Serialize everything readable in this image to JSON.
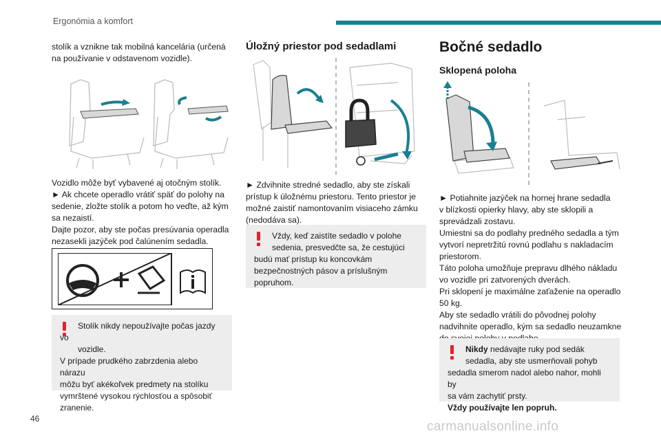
{
  "header": {
    "title": "Ergonómia a komfort"
  },
  "colors": {
    "accent": "#1a7f90",
    "warning": "#e3222b",
    "box_bg": "#ededed"
  },
  "col1": {
    "intro": [
      "stolík a vznikne tak mobilná kancelária (určená",
      "na používanie v odstavenom vozidle)."
    ],
    "body": [
      "Vozidlo môže byť vybavené aj otočným stolík.",
      "► Ak chcete operadlo vrátiť späť do polohy na",
      "sedenie, zložte stolík a potom ho veďte, až kým",
      "sa nezaistí.",
      "Dajte pozor, aby ste počas presúvania operadla",
      "nezasekli jazýček pod čalúnením sedadla."
    ],
    "warning": [
      "Stolík nikdy nepoužívajte počas jazdy vo",
      "vozidle.",
      "V prípade prudkého zabrzdenia alebo nárazu",
      "môžu byť akékoľvek predmety na stolíku",
      "vymrštené vysokou rýchlosťou a spôsobiť",
      "zranenie."
    ],
    "pictogram_icons": [
      "steering-wheel-icon",
      "table-forbidden-icon",
      "manual-icon"
    ]
  },
  "col2": {
    "heading": "Úložný priestor pod sedadlami",
    "body": [
      "► Zdvihnite stredné sedadlo, aby ste získali",
      "prístup k úložnému priestoru. Tento priestor je",
      "možné zaistiť namontovaním visiaceho zámku",
      "(nedodáva sa)."
    ],
    "warning": [
      "Vždy, keď zaistíte sedadlo v polohe",
      "sedenia, presvedčte sa, že cestujúci",
      "budú mať prístup ku koncovkám",
      "bezpečnostných pásov a príslušným",
      "popruhom."
    ]
  },
  "col3": {
    "heading": "Bočné sedadlo",
    "subheading": "Sklopená poloha",
    "body": [
      "► Potiahnite jazýček na hornej hrane sedadla",
      "v blízkosti opierky hlavy, aby ste sklopili a",
      "sprevádzali zostavu.",
      "Umiestni sa do podlahy predného sedadla a tým",
      "vytvorí nepretržitú rovnú podlahu s nakladacím",
      "priestorom.",
      "Táto poloha umožňuje prepravu dlhého nákladu",
      "vo vozidle pri zatvorených dverách.",
      "Pri sklopení je maximálne zaťaženie na operadlo",
      "50 kg.",
      "Aby ste sedadlo vrátili do pôvodnej polohy",
      "nadvihnite operadlo, kým sa sedadlo neuzamkne",
      "do svojej polohy v podlahe."
    ],
    "warning": {
      "bold_start": "Nikdy",
      "line1_rest": " nedávajte ruky pod sedák",
      "lines": [
        "sedadla, aby ste usmerňovali pohyb",
        "sedadla smerom nadol alebo nahor, mohli by",
        "sa vám zachytiť prsty."
      ],
      "bold_last": "Vždy používajte len popruh."
    }
  },
  "footer": {
    "page_number": "46",
    "watermark": "carmanualsonline.info"
  }
}
